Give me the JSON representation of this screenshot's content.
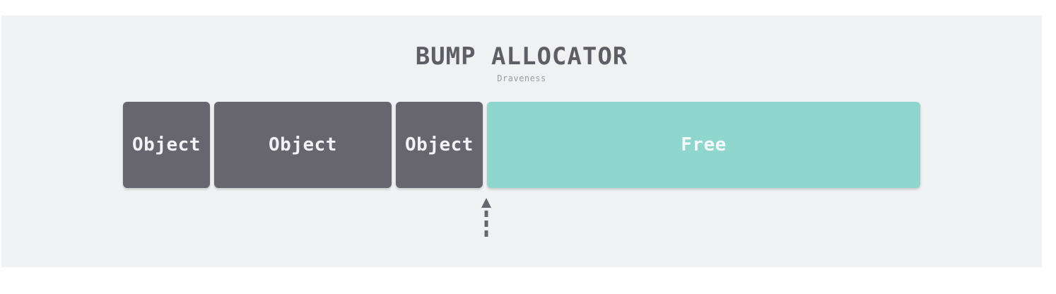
{
  "title": "BUMP ALLOCATOR",
  "author": "Draveness",
  "blocks": [
    {
      "label": "Object",
      "kind": "object"
    },
    {
      "label": "Object",
      "kind": "object"
    },
    {
      "label": "Object",
      "kind": "object"
    },
    {
      "label": "Free",
      "kind": "free"
    }
  ],
  "colors": {
    "object": "#67656e",
    "free": "#8fd6ce",
    "background": "#f0f1f3",
    "pointer": "#67656e"
  },
  "pointer_icon": "dashed-up-arrow-icon"
}
